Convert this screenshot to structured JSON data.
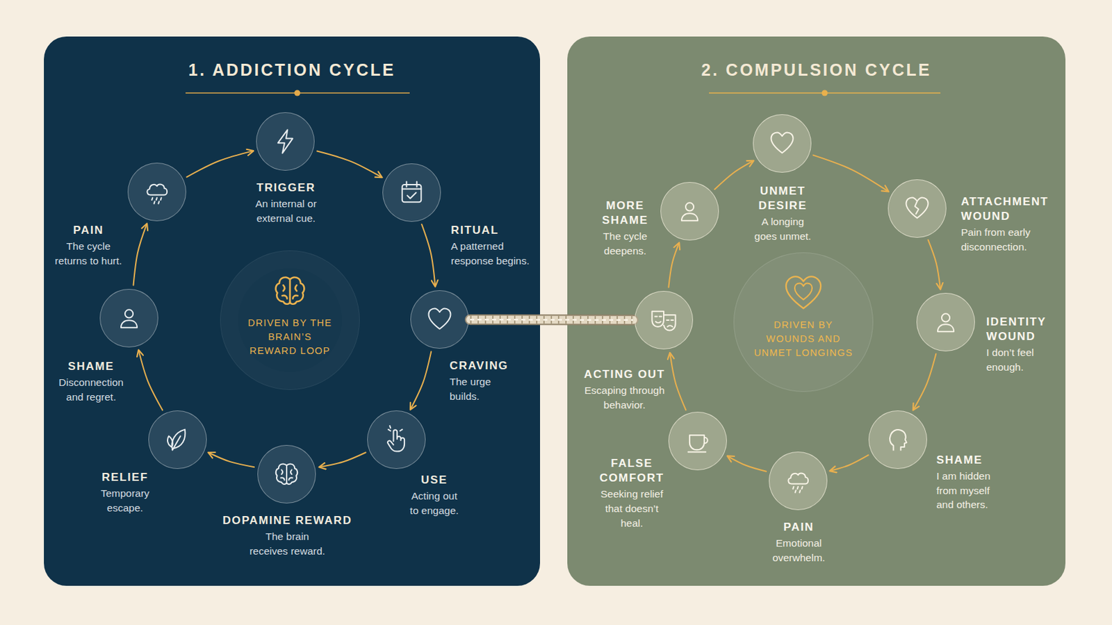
{
  "diagram": {
    "nodes": [
      {
        "text": [
          "1. ADDICTION CYCLE"
        ]
      },
      {
        "text": [
          "TRIGGER",
          "An internal or external cue."
        ],
        "in": 0
      },
      {
        "text": [
          "RITUAL",
          "A patterned response begins."
        ],
        "in": 0
      },
      {
        "text": [
          "CRAVING",
          "The urge builds."
        ],
        "in": 0
      },
      {
        "text": [
          "USE",
          "Acting out to engage."
        ],
        "in": 0
      },
      {
        "text": [
          "DOPAMINE REWARD",
          "The brain receives reward."
        ],
        "in": 0
      },
      {
        "text": [
          "RELIEF",
          "Temporary escape."
        ],
        "in": 0
      },
      {
        "text": [
          "SHAME",
          "Disconnection and regret."
        ],
        "in": 0
      },
      {
        "text": [
          "PAIN",
          "The cycle returns to hurt."
        ],
        "in": 0
      },
      {
        "text": [
          "DRIVEN BY THE BRAIN’S REWARD LOOP"
        ],
        "in": 0
      },
      {
        "text": [
          "2. COMPULSION CYCLE"
        ]
      },
      {
        "text": [
          "UNMET DESIRE",
          "A longing goes unmet."
        ],
        "in": 10
      },
      {
        "text": [
          "ATTACHMENT WOUND",
          "Pain from early disconnection."
        ],
        "in": 10
      },
      {
        "text": [
          "IDENTITY WOUND",
          "I don’t feel enough."
        ],
        "in": 10
      },
      {
        "text": [
          "SHAME",
          "I am hidden from myself and others."
        ],
        "in": 10
      },
      {
        "text": [
          "PAIN",
          "Emotional overwhelm."
        ],
        "in": 10
      },
      {
        "text": [
          "FALSE COMFORT",
          "Seeking relief that doesn’t heal."
        ],
        "in": 10
      },
      {
        "text": [
          "ACTING OUT",
          "Escaping through behavior."
        ],
        "in": 10
      },
      {
        "text": [
          "MORE SHAME",
          "The cycle deepens."
        ],
        "in": 10
      },
      {
        "text": [
          "DRIVEN BY WOUNDS AND UNMET LONGINGS"
        ],
        "in": 10
      }
    ],
    "edges": [
      {
        "from": 1,
        "to": 2,
        "arrow": "to"
      },
      {
        "from": 2,
        "to": 3,
        "arrow": "to"
      },
      {
        "from": 3,
        "to": 4,
        "arrow": "to"
      },
      {
        "from": 4,
        "to": 5,
        "arrow": "to"
      },
      {
        "from": 5,
        "to": 6,
        "arrow": "to"
      },
      {
        "from": 6,
        "to": 7,
        "arrow": "to"
      },
      {
        "from": 7,
        "to": 8,
        "arrow": "to"
      },
      {
        "from": 8,
        "to": 1,
        "arrow": "to"
      },
      {
        "from": 11,
        "to": 12,
        "arrow": "to"
      },
      {
        "from": 12,
        "to": 13,
        "arrow": "to"
      },
      {
        "from": 13,
        "to": 14,
        "arrow": "to"
      },
      {
        "from": 14,
        "to": 15,
        "arrow": "to"
      },
      {
        "from": 15,
        "to": 16,
        "arrow": "to"
      },
      {
        "from": 16,
        "to": 17,
        "arrow": "to"
      },
      {
        "from": 17,
        "to": 18,
        "arrow": "to"
      },
      {
        "from": 18,
        "to": 11,
        "arrow": "to"
      },
      {
        "from": 3,
        "to": 17,
        "arrow": "none"
      }
    ]
  }
}
